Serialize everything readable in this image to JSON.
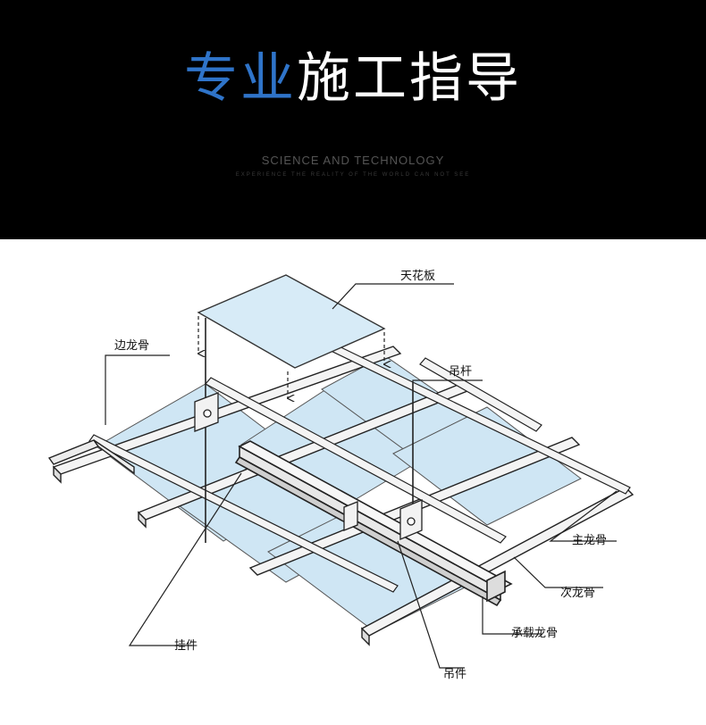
{
  "header": {
    "title_highlight": "专业",
    "title_rest": "施工指导",
    "subtitle": "SCIENCE AND TECHNOLOGY",
    "tagline": "EXPERIENCE THE REALITY OF THE WORLD CAN NOT SEE"
  },
  "diagram": {
    "labels": {
      "ceiling_panel": "天花板",
      "edge_keel": "边龙骨",
      "hanger_rod": "吊杆",
      "main_keel": "主龙骨",
      "secondary_keel": "次龙骨",
      "bearing_keel": "承载龙骨",
      "hook_fitting": "挂件",
      "hanger_fitting": "吊件"
    }
  },
  "colors": {
    "accent": "#2f74c9",
    "panel_fill": "#cfe6f4",
    "line": "#222222"
  }
}
